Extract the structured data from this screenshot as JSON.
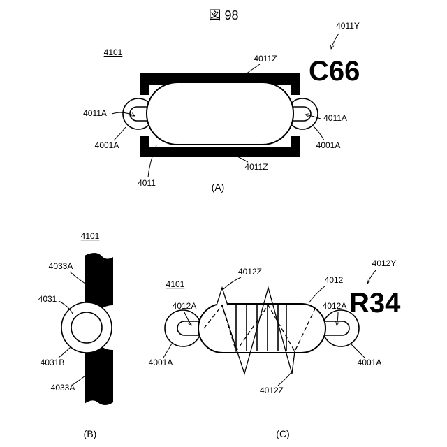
{
  "figure_title": "図 98",
  "panel_a": {
    "caption": "(A)",
    "ref_label": "4101",
    "code_text": "C66",
    "code_ref": "4011Y",
    "labels": {
      "top_z": "4011Z",
      "bottom_z": "4011Z",
      "left_a": "4011A",
      "right_a": "4011A",
      "left_base": "4001A",
      "right_base": "4001A",
      "body": "4011"
    }
  },
  "panel_b": {
    "caption": "(B)",
    "ref_label": "4101",
    "labels": {
      "upper_strip": "4033A",
      "lower_strip": "4033A",
      "ring": "4031",
      "notch": "4031B"
    }
  },
  "panel_c": {
    "caption": "(C)",
    "ref_label": "4101",
    "code_text": "R34",
    "code_ref": "4012Y",
    "labels": {
      "top_z": "4012Z",
      "bottom_z": "4012Z",
      "body": "4012",
      "left_a": "4012A",
      "right_a": "4012A",
      "left_base": "4001A",
      "right_base": "4001A"
    }
  }
}
